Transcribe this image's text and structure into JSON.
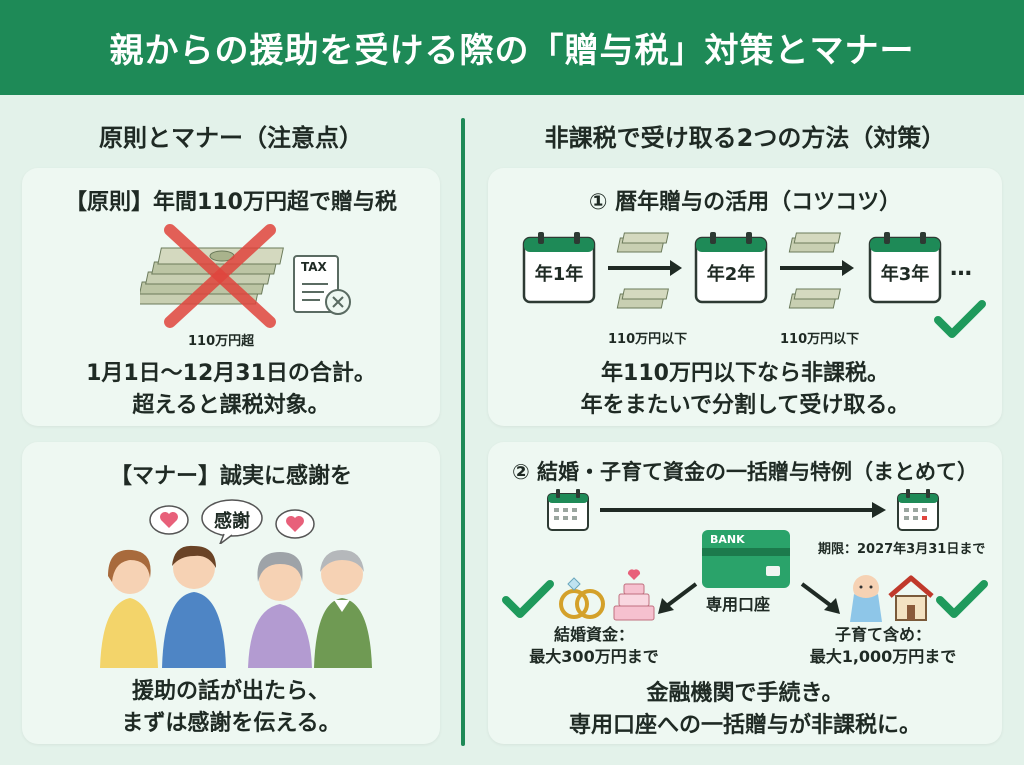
{
  "header": {
    "title": "親からの援助を受ける際の「贈与税」対策とマナー"
  },
  "left": {
    "title": "原則とマナー（注意点）",
    "principle": {
      "title": "【原則】年間110万円超で贈与税",
      "money_label": "110万円超",
      "tax_label": "TAX",
      "text_line1": "1月1日～12月31日の合計。",
      "text_line2": "超えると課税対象。"
    },
    "manner": {
      "title": "【マナー】誠実に感謝を",
      "bubble_label": "感謝",
      "text_line1": "援助の話が出たら、",
      "text_line2": "まずは感謝を伝える。"
    }
  },
  "right": {
    "title": "非課税で受け取る2つの方法（対策）",
    "method1": {
      "title": "① 暦年贈与の活用（コツコツ）",
      "years": [
        "年1年",
        "年2年",
        "年3年"
      ],
      "ellipsis": "…",
      "amount_label_1": "110万円以下",
      "amount_label_2": "110万円以下",
      "text_line1": "年110万円以下なら非課税。",
      "text_line2": "年をまたいで分割して受け取る。"
    },
    "method2": {
      "title": "② 結婚・子育て資金の一括贈与特例（まとめて）",
      "deadline": "期限：2027年3月31日まで",
      "bank_word": "BANK",
      "account_label": "専用口座",
      "marriage_line1": "結婚資金：",
      "marriage_line2": "最大300万円まで",
      "child_line1": "子育て含め：",
      "child_line2": "最大1,000万円まで",
      "text_line1": "金融機関で手続き。",
      "text_line2": "専用口座への一括贈与が非課税に。"
    }
  },
  "colors": {
    "brand_green": "#1e8a57",
    "check_green": "#1f9a5c",
    "cross_red": "#e0453d",
    "card_bg": "#eef8f2",
    "page_bg": "#e3f2ea"
  }
}
